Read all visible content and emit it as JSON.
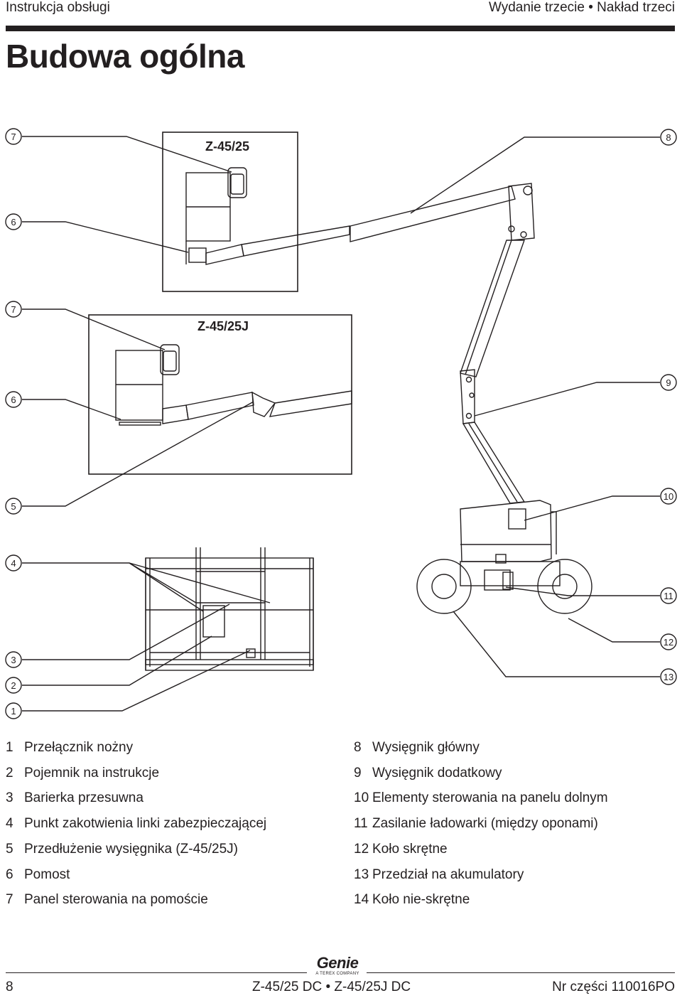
{
  "header": {
    "left": "Instrukcja obsługi",
    "right_a": "Wydanie trzecie",
    "right_sep": "•",
    "right_b": "Nakład trzeci"
  },
  "title": "Budowa ogólna",
  "diagram": {
    "model_a": "Z-45/25",
    "model_b": "Z-45/25J",
    "callouts": [
      "1",
      "2",
      "3",
      "4",
      "5",
      "6",
      "7",
      "8",
      "9",
      "10",
      "11",
      "12",
      "13"
    ]
  },
  "legend_left": [
    {
      "num": "1",
      "text": "Przełącznik nożny"
    },
    {
      "num": "2",
      "text": "Pojemnik na instrukcje"
    },
    {
      "num": "3",
      "text": "Barierka przesuwna"
    },
    {
      "num": "4",
      "text": "Punkt zakotwienia linki zabezpieczającej"
    },
    {
      "num": "5",
      "text": "Przedłużenie wysięgnika (Z-45/25J)"
    },
    {
      "num": "6",
      "text": "Pomost"
    },
    {
      "num": "7",
      "text": "Panel sterowania na pomoście"
    }
  ],
  "legend_right": [
    {
      "num": "8",
      "text": "Wysięgnik główny"
    },
    {
      "num": "9",
      "text": "Wysięgnik dodatkowy"
    },
    {
      "num": "10",
      "text": "Elementy sterowania na panelu dolnym"
    },
    {
      "num": "11",
      "text": "Zasilanie ładowarki (między oponami)"
    },
    {
      "num": "12",
      "text": "Koło skrętne"
    },
    {
      "num": "13",
      "text": "Przedział na akumulatory"
    },
    {
      "num": "14",
      "text": "Koło nie-skrętne"
    }
  ],
  "footer": {
    "page": "8",
    "models": "Z-45/25 DC • Z-45/25J DC",
    "part": "Nr części 110016PO",
    "logo_word": "Genie",
    "logo_sub": "A TEREX COMPANY"
  }
}
